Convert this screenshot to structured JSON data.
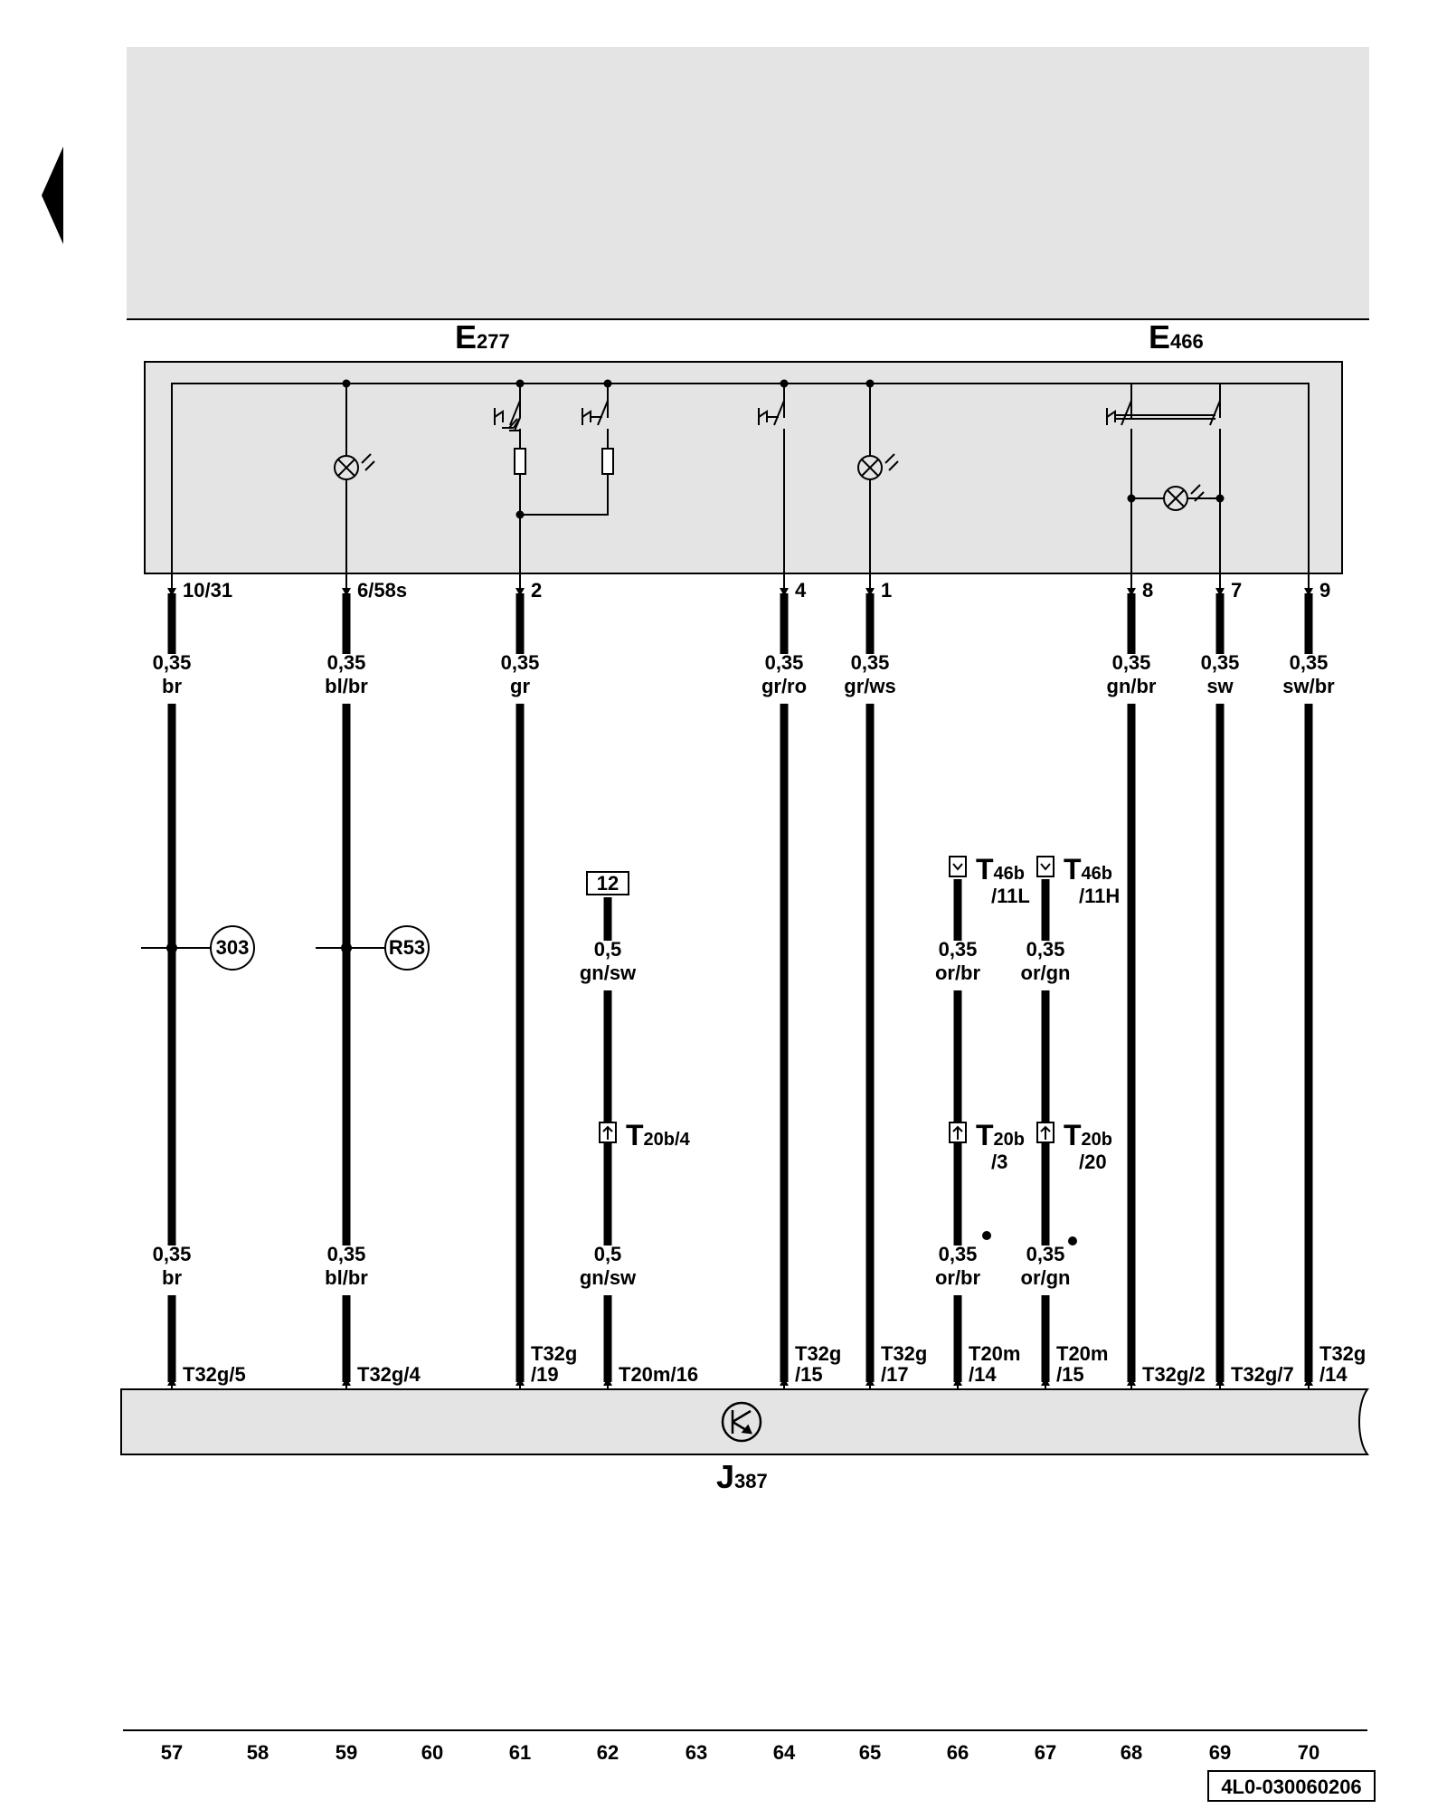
{
  "components": {
    "e277": {
      "letter": "E",
      "number": "277"
    },
    "e466": {
      "letter": "E",
      "number": "466"
    },
    "j387": {
      "letter": "J",
      "number": "387"
    }
  },
  "wires": [
    {
      "col": 57,
      "pin": "10/31",
      "top_size": "0,35",
      "top_color": "br",
      "bottom_size": "0,35",
      "bottom_color": "br",
      "conn1": "T32g/5",
      "conn2": "",
      "node": "303"
    },
    {
      "col": 59,
      "pin": "6/58s",
      "top_size": "0,35",
      "top_color": "bl/br",
      "bottom_size": "0,35",
      "bottom_color": "bl/br",
      "conn1": "T32g/4",
      "conn2": "",
      "node": "R53"
    },
    {
      "col": 61,
      "pin": "2",
      "top_size": "0,35",
      "top_color": "gr",
      "conn1": "T32g",
      "conn2": "/19"
    },
    {
      "col": 62,
      "box": "12",
      "top_size": "0,5",
      "top_color": "gn/sw",
      "bottom_size": "0,5",
      "bottom_color": "gn/sw",
      "mid_letter": "T",
      "mid_num": "20b/4",
      "mid_sub": "",
      "conn1": "T20m/16",
      "conn2": ""
    },
    {
      "col": 64,
      "pin": "4",
      "top_size": "0,35",
      "top_color": "gr/ro",
      "conn1": "T32g",
      "conn2": "/15"
    },
    {
      "col": 65,
      "pin": "1",
      "top_size": "0,35",
      "top_color": "gr/ws",
      "conn1": "T32g",
      "conn2": "/17"
    },
    {
      "col": 66,
      "top_letter": "T",
      "top_num": "46b",
      "top_sub": "/11L",
      "top_size": "0,35",
      "top_color": "or/br",
      "mid_letter": "T",
      "mid_num": "20b",
      "mid_sub": "/3",
      "bottom_size": "0,35",
      "bottom_color": "or/br",
      "conn1": "T20m",
      "conn2": "/14"
    },
    {
      "col": 67,
      "top_letter": "T",
      "top_num": "46b",
      "top_sub": "/11H",
      "top_size": "0,35",
      "top_color": "or/gn",
      "mid_letter": "T",
      "mid_num": "20b",
      "mid_sub": "/20",
      "bottom_size": "0,35",
      "bottom_color": "or/gn",
      "conn1": "T20m",
      "conn2": "/15"
    },
    {
      "col": 68,
      "pin": "8",
      "top_size": "0,35",
      "top_color": "gn/br",
      "conn1": "T32g/2",
      "conn2": ""
    },
    {
      "col": 69,
      "pin": "7",
      "top_size": "0,35",
      "top_color": "sw",
      "conn1": "T32g/7",
      "conn2": ""
    },
    {
      "col": 70,
      "pin": "9",
      "top_size": "0,35",
      "top_color": "sw/br",
      "conn1": "T32g",
      "conn2": "/14"
    }
  ],
  "columns": [
    "57",
    "58",
    "59",
    "60",
    "61",
    "62",
    "63",
    "64",
    "65",
    "66",
    "67",
    "68",
    "69",
    "70"
  ],
  "doc_code": "4L0-030060206",
  "colors": {
    "shade": "#e4e4e4",
    "line": "#000000"
  }
}
